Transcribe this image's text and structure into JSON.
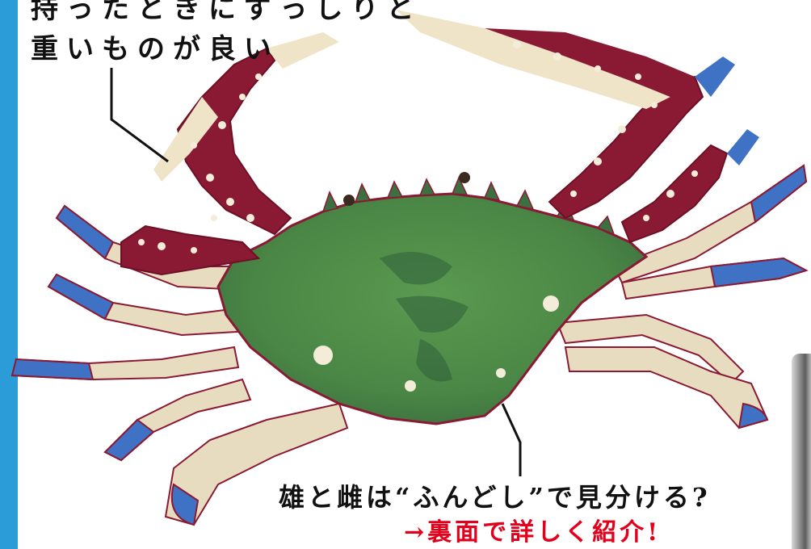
{
  "notes": {
    "weight_line1": "持ったときにずっしりと",
    "weight_line2": "重いものが良い",
    "sex_question": "雄と雌は“ふんどし”で見分ける?",
    "back_reference": "→裏面で詳しく紹介!"
  },
  "icons": {
    "illustration": "blue-swimming-crab-icon"
  },
  "colors": {
    "accent_bar": "#2b9cd8",
    "claw": "#8a1a33",
    "carapace": "#4e8c47",
    "leg_blue": "#3f72c4",
    "leg_cream": "#e8dcc0",
    "back_reference_text": "#e3001b"
  }
}
